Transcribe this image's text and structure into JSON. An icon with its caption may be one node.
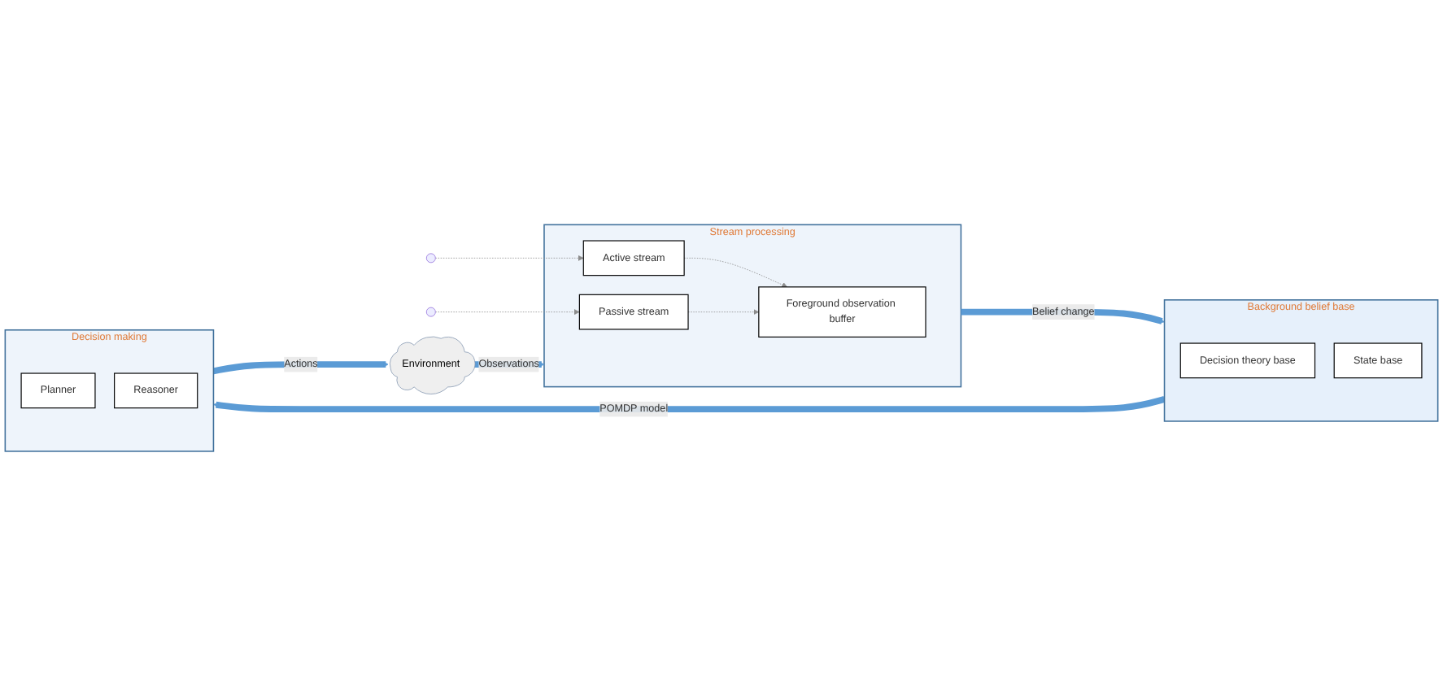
{
  "diagram": {
    "nodes": [
      {
        "text": [
          "Background belief base"
        ]
      },
      {
        "text": [
          "Decision theory base"
        ],
        "in": 0
      },
      {
        "text": [
          "State base"
        ],
        "in": 0
      },
      {
        "text": [
          "Decision making"
        ]
      },
      {
        "text": [
          "Planner"
        ],
        "in": 3
      },
      {
        "text": [
          "Reasoner"
        ],
        "in": 3
      },
      {
        "text": [
          "Stream processing"
        ]
      },
      {
        "text": [
          "Foreground observation buffer"
        ],
        "in": 6
      },
      {
        "text": [
          "Active stream"
        ],
        "in": 6
      },
      {
        "text": [
          "Passive stream"
        ],
        "in": 6
      },
      {
        "text": [
          "Environment"
        ]
      }
    ],
    "edges": [
      {
        "from": 0,
        "to": 3,
        "arrow": "to",
        "label": "POMDP model",
        "style": "thick"
      },
      {
        "from": 3,
        "to": 10,
        "arrow": "to",
        "label": "Actions",
        "style": "thick"
      },
      {
        "from": 10,
        "to": 6,
        "arrow": "to",
        "label": "Observations",
        "style": "thick"
      },
      {
        "from": 6,
        "to": 0,
        "arrow": "to",
        "label": "Belief change",
        "style": "thick"
      },
      {
        "from": null,
        "to": 8,
        "arrow": "to",
        "style": "dashed",
        "color": "#8c8c8c"
      },
      {
        "from": null,
        "to": 9,
        "arrow": "to",
        "style": "dashed",
        "color": "#8c8c8c"
      },
      {
        "from": 8,
        "to": 7,
        "arrow": "to",
        "style": "dashed",
        "color": "#8c8c8c"
      },
      {
        "from": 9,
        "to": 7,
        "arrow": "to",
        "style": "dashed",
        "color": "#8c8c8c"
      }
    ]
  }
}
